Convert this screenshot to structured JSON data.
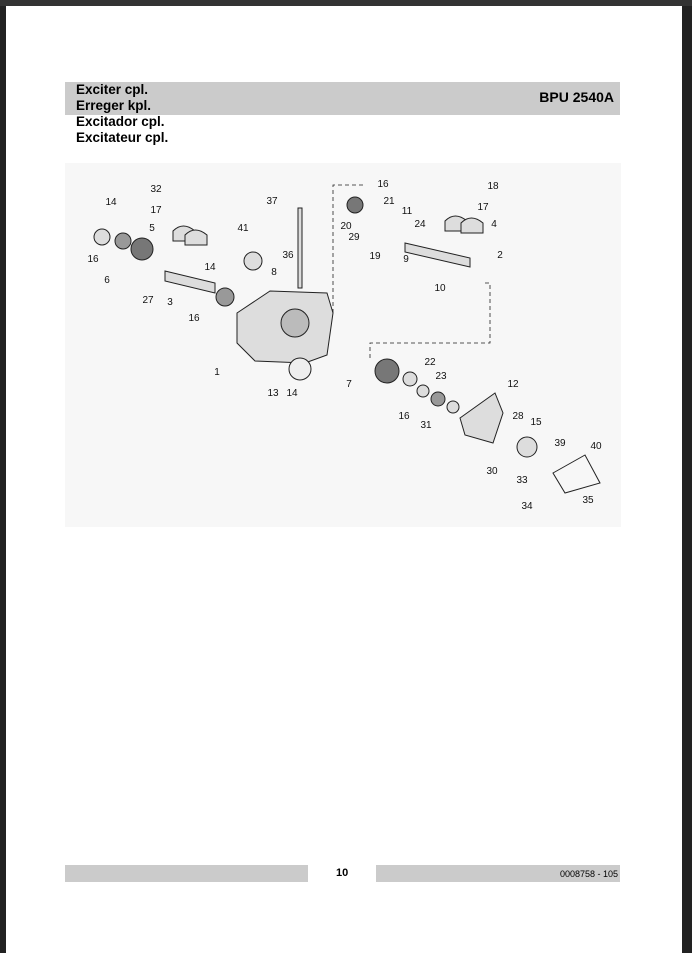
{
  "header": {
    "titles": [
      "Exciter cpl.",
      "Erreger kpl.",
      "Excitador cpl.",
      "Excitateur cpl."
    ],
    "model": "BPU 2540A"
  },
  "figure": {
    "callouts": [
      "14",
      "32",
      "17",
      "5",
      "37",
      "41",
      "16",
      "6",
      "14",
      "36",
      "8",
      "27",
      "3",
      "16",
      "1",
      "13",
      "14",
      "16",
      "21",
      "20",
      "11",
      "29",
      "24",
      "19",
      "9",
      "10",
      "18",
      "17",
      "4",
      "2",
      "7",
      "22",
      "23",
      "12",
      "16",
      "31",
      "28",
      "15",
      "39",
      "40",
      "30",
      "33",
      "34",
      "35"
    ]
  },
  "footer": {
    "page_number": "10",
    "document_number": "0008758 - 105"
  }
}
